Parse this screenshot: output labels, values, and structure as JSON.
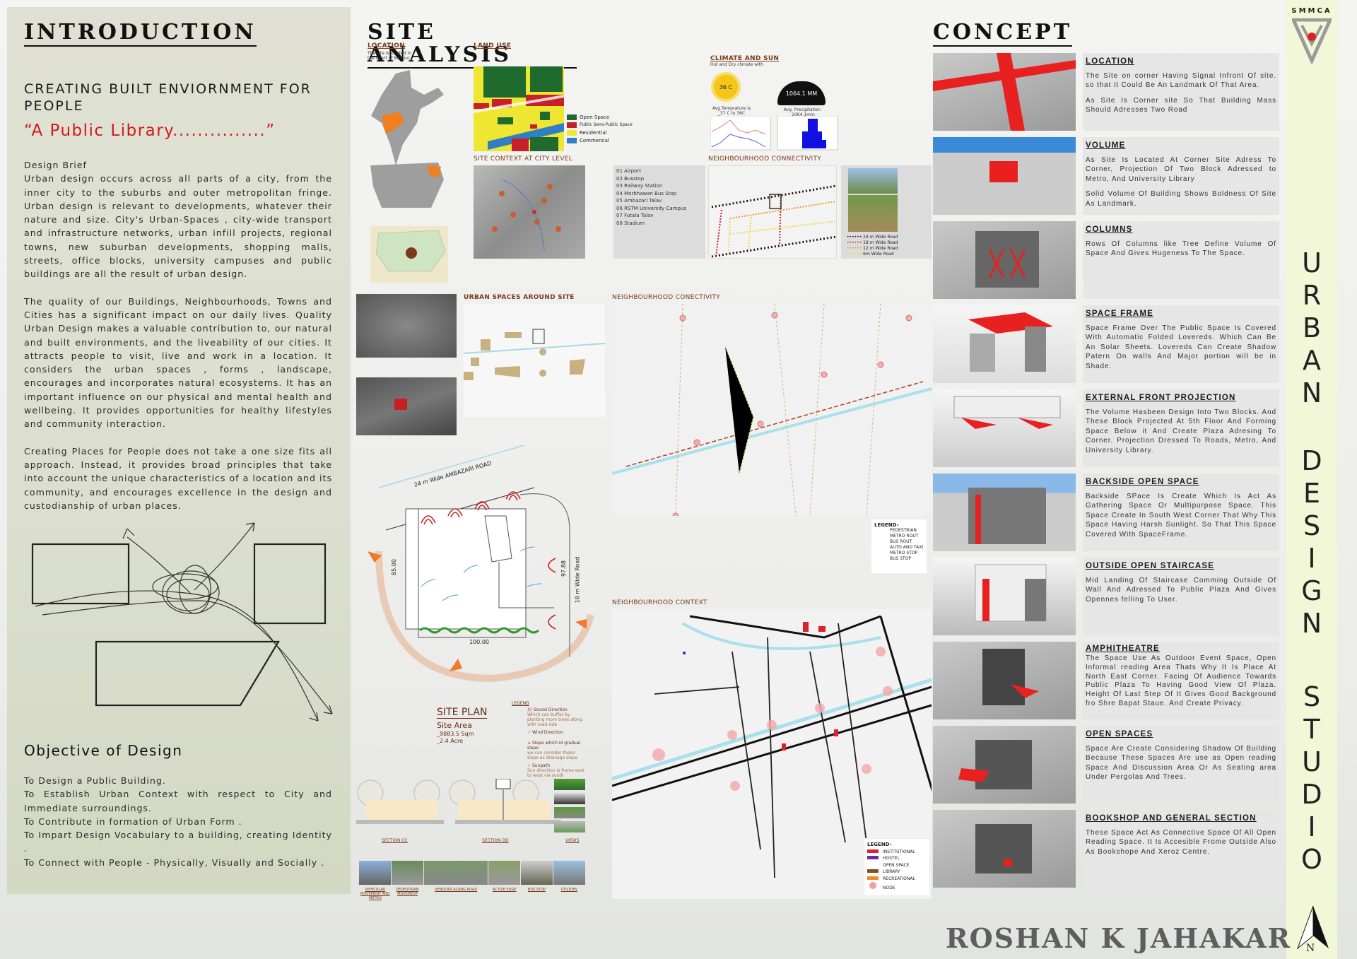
{
  "intro": {
    "title": "INTRODUCTION",
    "subtitle": "CREATING BUILT ENVIORNMENT FOR PEOPLE",
    "quote": "“A Public Library...............”",
    "brief_heading": "Design Brief",
    "paragraphs": [
      "Urban design occurs across all parts of a city, from the inner city to the suburbs and outer metropolitan fringe. Urban design is relevant to developments, whatever their nature and size. City's Urban-Spaces , city-wide transport and infrastructure networks, urban infill projects, regional towns, new suburban developments, shopping malls, streets, office blocks, university campuses and public buildings are all the result of urban design.",
      "The quality of our Buildings, Neighbourhoods, Towns and Cities has a significant impact on our daily lives. Quality Urban Design makes a valuable contribution to, our natural and built environments, and the liveability of our cities. It attracts people to visit, live and work in a location. It considers the urban spaces , forms , landscape, encourages and incorporates natural ecosystems. It has an important influence on our physical and mental health and wellbeing. It provides opportunities for healthy lifestyles and community interaction.",
      "Creating Places for People does not take a one size fits all approach. Instead, it provides broad principles that take into account the unique characteristics of a location and its community, and encourages excellence in the design and custodianship of urban places."
    ],
    "objective_title": "Objective of Design",
    "objectives": [
      "To Design a Public Building.",
      "To Establish Urban Context with respect to City and Immediate surroundings.",
      "To Contribute in formation of Urban Form .",
      "To Impart Design Vocabulary to a building, creating Identity .",
      "To Connect with People - Physically, Visually and Socially ."
    ]
  },
  "site": {
    "title": "SITE ANALYSIS",
    "location": {
      "label": "LOCATION",
      "caption": "The site is located in the heart of Nagpur."
    },
    "land_use": {
      "label": "LAND USE",
      "legend": [
        {
          "name": "Open Space",
          "color": "#1f6b2e"
        },
        {
          "name": "Public Semi-Public Space",
          "color": "#c8202a"
        },
        {
          "name": "Residential",
          "color": "#eee631"
        },
        {
          "name": "Commersial",
          "color": "#2f7fc4"
        }
      ]
    },
    "climate": {
      "label": "CLIMATE AND SUN",
      "caption": "Hot and Dry climate with",
      "temp_value": "36 C",
      "temp_caption": "Avg.Temprature is _37 C to 36C",
      "rain_value": "1064.1 MM",
      "rain_caption": "Avg. Precipitation _1064.1mm"
    },
    "city_context": {
      "label": "SITE CONTEXT AT CITY LEVEL",
      "places": [
        "01 Airport",
        "02 Busstop",
        "03 Railway Station",
        "04 Morbhawan Bus Stop",
        "05 Ambazari Talav",
        "06 RSTM University Campus",
        "07 Futala Talav",
        "08 Stadium"
      ]
    },
    "neigh_conn": {
      "label": "NEIGHBOURHOOD CONNECTIVITY",
      "roads": [
        {
          "name": "24 m Wide Road",
          "color": "#2a0c0c"
        },
        {
          "name": "18 m Wide Road",
          "color": "#c8202a"
        },
        {
          "name": "12 m Wide Road",
          "color": "#ef9a2a"
        },
        {
          "name": "6m Wide Road",
          "color": "#f3d84a"
        }
      ]
    },
    "urban_spaces": {
      "label": "URBAN SPACES AROUND SITE"
    },
    "neigh_conectivity": {
      "label": "NEIGHBOURHOOD CONECTIVITY",
      "legend_title": "LEGEND-",
      "legend": [
        "PEDESTRIAN",
        "METRO ROUT",
        "BUS ROUT",
        "AUTO AND TAXI",
        "METRO STOP",
        "BUS STOP"
      ]
    },
    "site_plan": {
      "title": "SITE PLAN",
      "area_label": "Site Area",
      "area_sqm": "_9883.5 Sqm",
      "area_acre": "_2.4 Acre",
      "road_top": "24 m Wide AMBAZARI ROAD",
      "road_right": "18 m Wide Road",
      "dim_left": "85.00",
      "dim_bottom": "100.00",
      "dim_right": "97.88",
      "legend_title": "LEGEND",
      "legend": [
        {
          "name": "Sound Direction",
          "desc": "Which can buffer by planting more trees along with road side"
        },
        {
          "name": "Wind Direction",
          "desc": ""
        },
        {
          "name": "Slope which id gradual slope",
          "desc": "we can consider these slope as drainage slope"
        },
        {
          "name": "Sunpath",
          "desc": "Sun direction is frome east to west via south"
        }
      ]
    },
    "neigh_context": {
      "label": "NEIGHBOURHOOD CONTEXT",
      "legend_title": "LEGEND-",
      "legend": [
        {
          "name": "INSTITUTIONAL",
          "color": "#e0202a"
        },
        {
          "name": "HOSTEL",
          "color": "#6a2aa8"
        },
        {
          "name": "OPEN SPACE",
          "color": ""
        },
        {
          "name": "LIBRARY",
          "color": "#8a4a1a"
        },
        {
          "name": "RECREATIONAL",
          "color": "#ef8a2a"
        },
        {
          "name": "NODE",
          "color": "#f0a0a0"
        }
      ]
    },
    "sections": {
      "labels": [
        "SECTION CC",
        "SECTION DD",
        "VIEWS"
      ],
      "photos": [
        "VEHICULAR MOVEMENT AND METRO",
        "PEDESTRIAN MOVEMENT",
        "VENDORS ALONG ROAD",
        "ACTIVE EDGE",
        "BUS STOP",
        "UTILITIES"
      ]
    }
  },
  "concept": {
    "title": "CONCEPT",
    "cards": [
      {
        "title": "LOCATION",
        "paras": [
          "The Site on corner Having Signal Infront Of site. so that it Could Be An Landmark Of That Area.",
          "As Site Is Corner site So That Building Mass Should Adresses Two Road"
        ]
      },
      {
        "title": "VOLUME",
        "paras": [
          "As Site Is Located At Corner Site Adress To Corner, Projection Of Two Block Adressed to Metro, And University Library",
          "Solid Volume Of Building Shows Boldness Of Site As Landmark."
        ]
      },
      {
        "title": "COLUMNS",
        "paras": [
          "Rows Of Columns like Tree Define Volume Of Space And Gives Hugeness To The Space."
        ]
      },
      {
        "title": "SPACE FRAME",
        "paras": [
          "Space Frame Over The Public Space Is Covered With Automatic Folded Lovereds. Which Can Be An Solar Sheets. Lovereds Can Create Shadow Patern On walls And Major portion will be in Shade."
        ]
      },
      {
        "title": "EXTERNAL FRONT PROJECTION",
        "paras": [
          "The Volume Hasbeen Design Into Two Blocks. And These Block Projected At 5th Floor And Forming Space Below it And Create Plaza Adresing To Corner. Projection Dressed To Roads, Metro, And University Library."
        ]
      },
      {
        "title": "BACKSIDE OPEN SPACE",
        "paras": [
          "Backside SPace Is Create Which Is Act As Gathering Space Or Multipurpose Space. This Space Create In South West Corner That Why This Space Having Harsh Sunlight. So That This Space Covered With SpaceFrame."
        ]
      },
      {
        "title": "OUTSIDE OPEN STAIRCASE",
        "paras": [
          "Mid Landing Of Staircase Comming Outside Of Wall And Adressed To Public Plaza And Gives Opennes felling To User."
        ]
      },
      {
        "title": "AMPHITHEATRE",
        "paras": [
          "The Space Use As Outdoor Event Space, Open Informal reading Area Thats Why It Is Place At North East Corner. Facing Of Audience Towards Public Plaza To Having Good View Of Plaza. Height Of Last Step Of It Gives Good Background fro Shre Bapat Staue. And Create Privacy."
        ]
      },
      {
        "title": "OPEN SPACES",
        "paras": [
          "Space Are Create Considering Shadow Of Building Because These Spaces Are use as Open reading Space And Discussion Area Or As Seating area Under Pergolas And Trees."
        ]
      },
      {
        "title": "BOOKSHOP AND GENERAL  SECTION",
        "paras": [
          "These Space Act As Connective Space Of All Open Reading Space. It Is Accesible Frome Outside Also As Bookshope And Xeroz Centre."
        ]
      }
    ]
  },
  "strip": {
    "logo_text": "SMMCA",
    "vertical_title": [
      "U",
      "R",
      "B",
      "A",
      "N",
      "D",
      "E",
      "S",
      "I",
      "G",
      "N",
      "S",
      "T",
      "U",
      "D",
      "I",
      "O"
    ],
    "north": "N"
  },
  "author": "ROSHAN K JAHAKAR"
}
